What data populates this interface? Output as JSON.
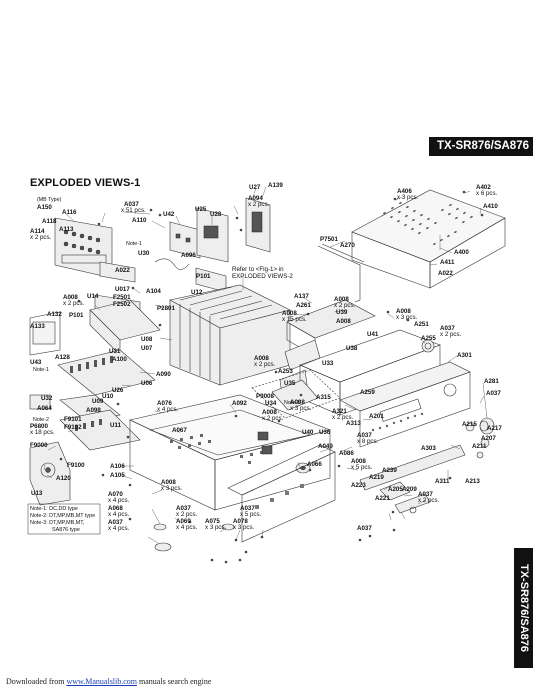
{
  "header": {
    "model": "TX-SR876/SA876"
  },
  "title": "EXPLODED VIEWS-1",
  "side_tab": {
    "model": "TX-SR876/SA876"
  },
  "refer_note": {
    "line1": "Refer to <Fig-1> in",
    "line2": "EXPLODED VIEWS-2"
  },
  "notes_box": {
    "n1": "Note-1:  DC,DD type",
    "n2": "Note-2:  DT,MP,MB,MT type",
    "n3a": "Note-3:  DT,MP,MB,MT,",
    "n3b": "SA876 type"
  },
  "footer": {
    "prefix": "Downloaded from ",
    "link": "www.Manualslib.com",
    "suffix": " manuals search engine"
  },
  "labels": {
    "l1": "(MB Type)",
    "l2": "A150",
    "l3": "A116",
    "l4": "A037",
    "l5": "x 51 pcs.",
    "l6": "A118",
    "l7": "A113",
    "l8": "A110",
    "l9": "A114",
    "l10": "x 2 pcs.",
    "l11": "Note-1",
    "l12": "U42",
    "l13": "U25",
    "l14": "U28",
    "l15": "U30",
    "l16": "A022",
    "l17": "A096",
    "l18": "P101",
    "l19": "U017",
    "l20": "A104",
    "l21": "U27",
    "l22": "A139",
    "l23": "A094",
    "l24": "x 2 pcs.",
    "l25": "A406",
    "l26": "x 3 pcs.",
    "l27": "A402",
    "l28": "x 6 pcs.",
    "l29": "A410",
    "l30": "P7501",
    "l31": "A270",
    "l32": "A400",
    "l33": "A411",
    "l34": "A022",
    "l35": "A008",
    "l36": "x 2 pcs.",
    "l37": "U14",
    "l38": "F2501",
    "l39": "F2502",
    "l40": "A132",
    "l41": "P101",
    "l42": "A133",
    "l43": "A128",
    "l44": "U43",
    "l45": "Note-1",
    "l46": "U31",
    "l47": "A100",
    "l48": "U08",
    "l49": "U07",
    "l50": "P2801",
    "l51": "U12",
    "l52": "A137",
    "l53": "A261",
    "l54": "A008",
    "l55": "x 15 pcs.",
    "l56": "A008",
    "l57": "x 2 pcs.",
    "l58": "U39",
    "l59": "A008",
    "l60": "A008",
    "l61": "x 3 pcs.",
    "l62": "A251",
    "l63": "U41",
    "l64": "A037",
    "l65": "x 2 pcs.",
    "l66": "A255",
    "l67": "A301",
    "l68": "U38",
    "l69": "A008",
    "l70": "x 2 pcs.",
    "l71": "U33",
    "l72": "A253",
    "l73": "A259",
    "l74": "A281",
    "l75": "U35",
    "l76": "A315",
    "l77": "P9008",
    "l78": "Note-3",
    "l79": "U34",
    "l80": "A321",
    "l81": "x 2 pcs.",
    "l82": "A201",
    "l83": "A313",
    "l84": "A215",
    "l85": "A037",
    "l86": "A008",
    "l87": "x 2 pcs.",
    "l88": "U40",
    "l89": "U36",
    "l90": "A037",
    "l91": "x 8 pcs.",
    "l92": "A217",
    "l93": "A211",
    "l94": "A207",
    "l95": "A090",
    "l96": "U06",
    "l97": "U26",
    "l98": "U09",
    "l99": "U10",
    "l100": "A098",
    "l101": "U11",
    "l102": "A076",
    "l103": "x 4 pcs.",
    "l104": "A092",
    "l105": "A067",
    "l106": "U32",
    "l107": "A064",
    "l108": "Note-2",
    "l109": "P6800",
    "l110": "x 18 pcs.",
    "l111": "F9101",
    "l112": "F9102",
    "l113": "F9100",
    "l114": "F9000",
    "l115": "A120",
    "l116": "U13",
    "l117": "A106",
    "l118": "A105",
    "l119": "A008",
    "l120": "x 3 pcs.",
    "l121": "A049",
    "l122": "A086",
    "l123": "A008",
    "l124": "x 5 pcs.",
    "l125": "A303",
    "l126": "A239",
    "l127": "A219",
    "l128": "A223",
    "l129": "A311",
    "l130": "A213",
    "l131": "A066",
    "l132": "A070",
    "l133": "x 4 pcs.",
    "l134": "A068",
    "l135": "x 4 pcs.",
    "l136": "A037",
    "l137": "x 4 pcs.",
    "l138": "A037",
    "l139": "x 2 pcs.",
    "l140": "A069",
    "l141": "x 4 pcs.",
    "l142": "A075",
    "l143": "x 3 pcs.",
    "l144": "A078",
    "l145": "x 3 pcs.",
    "l146": "A037",
    "l147": "x 5 pcs.",
    "l148": "A205",
    "l149": "A221",
    "l150": "A209",
    "l151": "A037",
    "l152": "x 2 pcs.",
    "l153": "A037",
    "l154": "A008",
    "l155": "x 3 pcs."
  }
}
